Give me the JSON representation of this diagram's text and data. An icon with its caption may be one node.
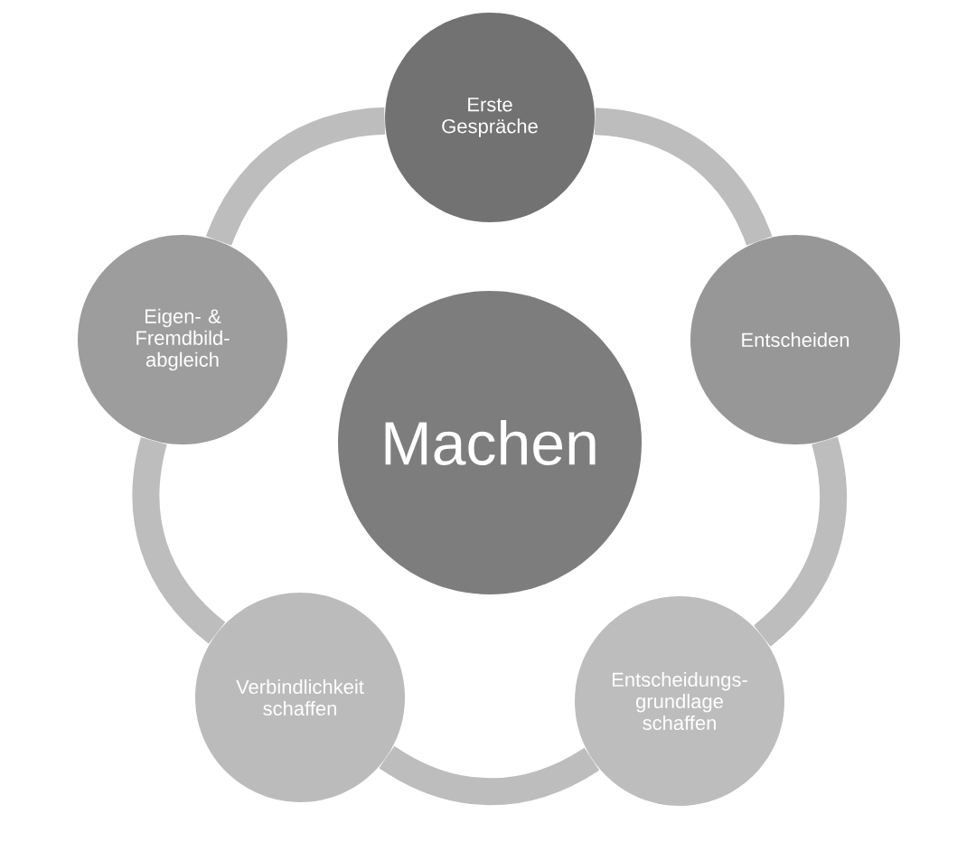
{
  "diagram": {
    "nodes": [
      {
        "text": [
          "Erste Gespräche"
        ]
      },
      {
        "text": [
          "Eigen- & Fremdbild-abgleich"
        ]
      },
      {
        "text": [
          "Entscheiden"
        ]
      },
      {
        "text": [
          "Machen"
        ]
      },
      {
        "text": [
          "Verbindlichkeit schaffen"
        ]
      },
      {
        "text": [
          "Entscheidungs-grundlage schaffen"
        ]
      }
    ],
    "edges": [
      {
        "from": 0,
        "to": 2,
        "arrow": "none"
      },
      {
        "from": 2,
        "to": 5,
        "arrow": "none"
      },
      {
        "from": 5,
        "to": 4,
        "arrow": "none"
      },
      {
        "from": 4,
        "to": 1,
        "arrow": "none"
      },
      {
        "from": 1,
        "to": 0,
        "arrow": "none"
      }
    ]
  }
}
